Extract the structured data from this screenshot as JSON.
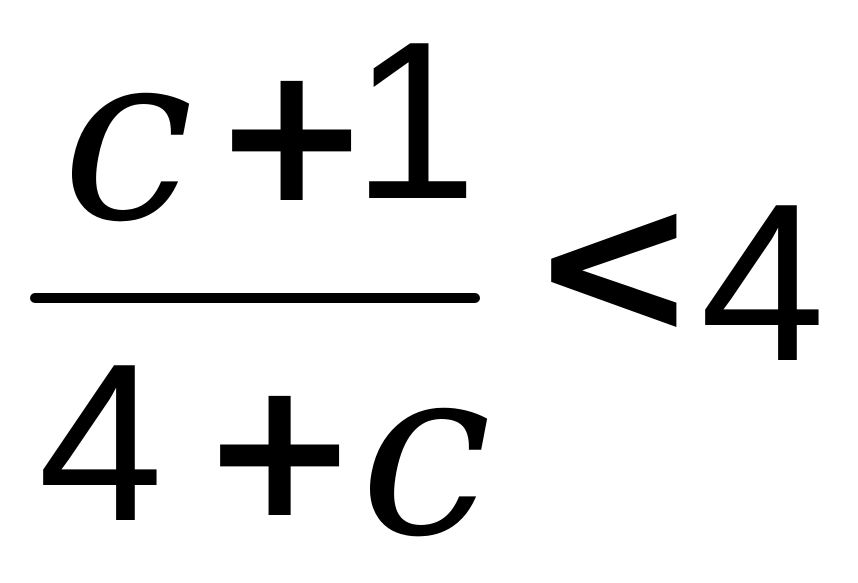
{
  "expression": {
    "numerator": {
      "variable": "c",
      "operator": "+",
      "constant": "1"
    },
    "denominator": {
      "constant": "4",
      "operator": "+",
      "variable": "c"
    },
    "relation": "<",
    "rhs": "4"
  },
  "colors": {
    "text": "#000000",
    "background": "#ffffff"
  }
}
